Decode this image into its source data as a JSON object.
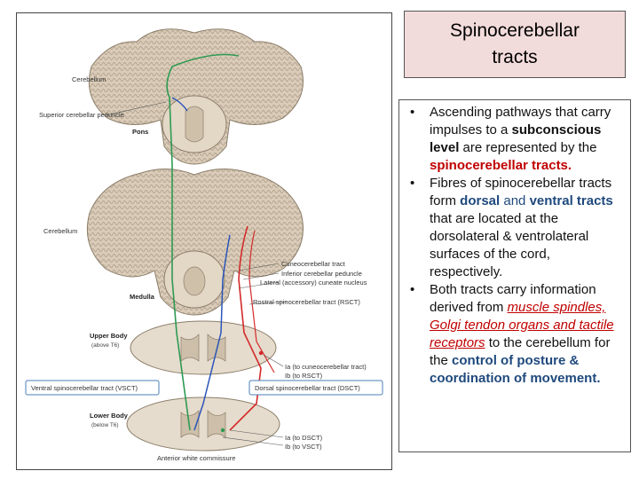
{
  "title": "Spinocerebellar tracts",
  "diagram": {
    "labels": {
      "cerebellum_top": "Cerebellum",
      "superior_peduncle": "Superior cerebellar peduncle",
      "pons": "Pons",
      "cerebellum_mid": "Cerebellum",
      "cuneocerebellar_tract": "Cuneocerebellar tract",
      "inferior_peduncle": "Inferior cerebellar peduncle",
      "lateral_cuneate": "Lateral (accessory) cuneate nucleus",
      "medulla": "Medulla",
      "rostral_spinocerebellar": "Rostral spinocerebellar tract (RSCT)",
      "upper_body": "Upper Body",
      "above_t6": "(above T6)",
      "ia_cuneocerebellar": "Ia (to cuneocerebellar tract)",
      "ib_rsct": "Ib (to RSCT)",
      "vsct_box": "Ventral spinocerebellar tract (VSCT)",
      "dsct_box": "Dorsal spinocerebellar tract (DSCT)",
      "lower_body": "Lower Body",
      "below_t6": "(below T6)",
      "ia_dsct": "Ia (to DSCT)",
      "ib_vsct": "Ib (to VSCT)",
      "anterior_commissure": "Anterior white commissure"
    },
    "colors": {
      "tissue": "#d9cbb7",
      "tissue_dark": "#a89a86",
      "red_tract": "#d42a2a",
      "blue_tract": "#2a55b8",
      "green_tract": "#2e9a52",
      "label_box_border": "#4a7fb8"
    }
  },
  "bullets": {
    "b1": {
      "t1": "Ascending pathways that carry impulses to a ",
      "t2": "subconscious level",
      "t3": " are represented by the ",
      "t4": "spinocerebellar tracts."
    },
    "b2": {
      "t1": "Fibres of spinocerebellar tracts form ",
      "t2": "dorsal",
      "t3": " and ",
      "t4": "ventral tracts",
      "t5": " that are located at the dorsolateral & ventrolateral surfaces of the cord, respectively."
    },
    "b3": {
      "t1": "Both tracts carry information derived from ",
      "t2": "muscle spindles, Golgi tendon organs and tactile receptors",
      "t3": "  to the cerebellum for the ",
      "t4": "control of posture & coordination of movement."
    }
  }
}
